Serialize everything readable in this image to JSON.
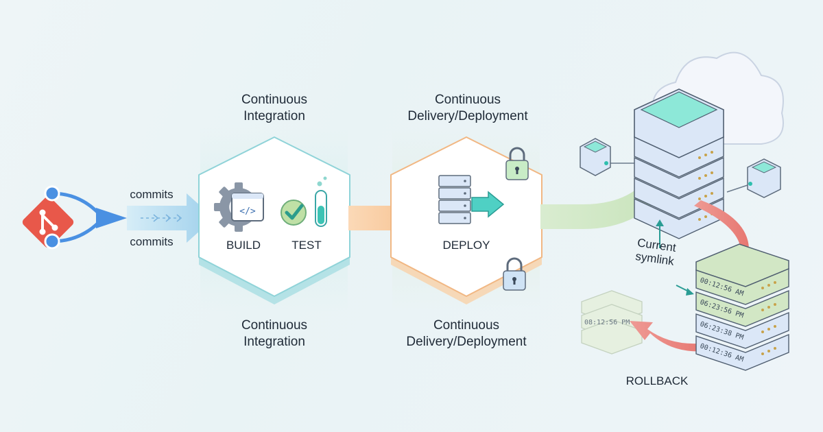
{
  "ci": {
    "title_top": [
      "Continuous",
      "Integration"
    ],
    "title_bottom": [
      "Continuous",
      "Integration"
    ],
    "build_label": "BUILD",
    "test_label": "TEST"
  },
  "cd": {
    "title_top": [
      "Continuous",
      "Delivery/Deployment"
    ],
    "title_bottom": [
      "Continuous",
      "Delivery/Deployment"
    ],
    "deploy_label": "DEPLOY"
  },
  "source": {
    "commits_top": "commits",
    "commits_bottom": "commits"
  },
  "releases": {
    "current_symlink": [
      "Current",
      "symlink"
    ],
    "rollback_label": "ROLLBACK",
    "timestamps": [
      "00:12:56 AM",
      "06:23:56 PM",
      "06:23:38 PM",
      "00:12:36 AM"
    ],
    "ghost_timestamp": "08:12:56 PM"
  },
  "colors": {
    "git": "#e8584a",
    "ci_teal": "#8fd3d8",
    "cd_orange": "#f6c89a",
    "deploy_green": "#cfe6c4",
    "rollback_red": "#ec8a86",
    "server_blue": "#dbe7f7",
    "screen_teal": "#8de8d8"
  },
  "icons": [
    "git-icon",
    "gear-code-icon",
    "checkmark-icon",
    "test-tube-icon",
    "server-stack-icon",
    "lock-icon",
    "cloud-icon"
  ]
}
